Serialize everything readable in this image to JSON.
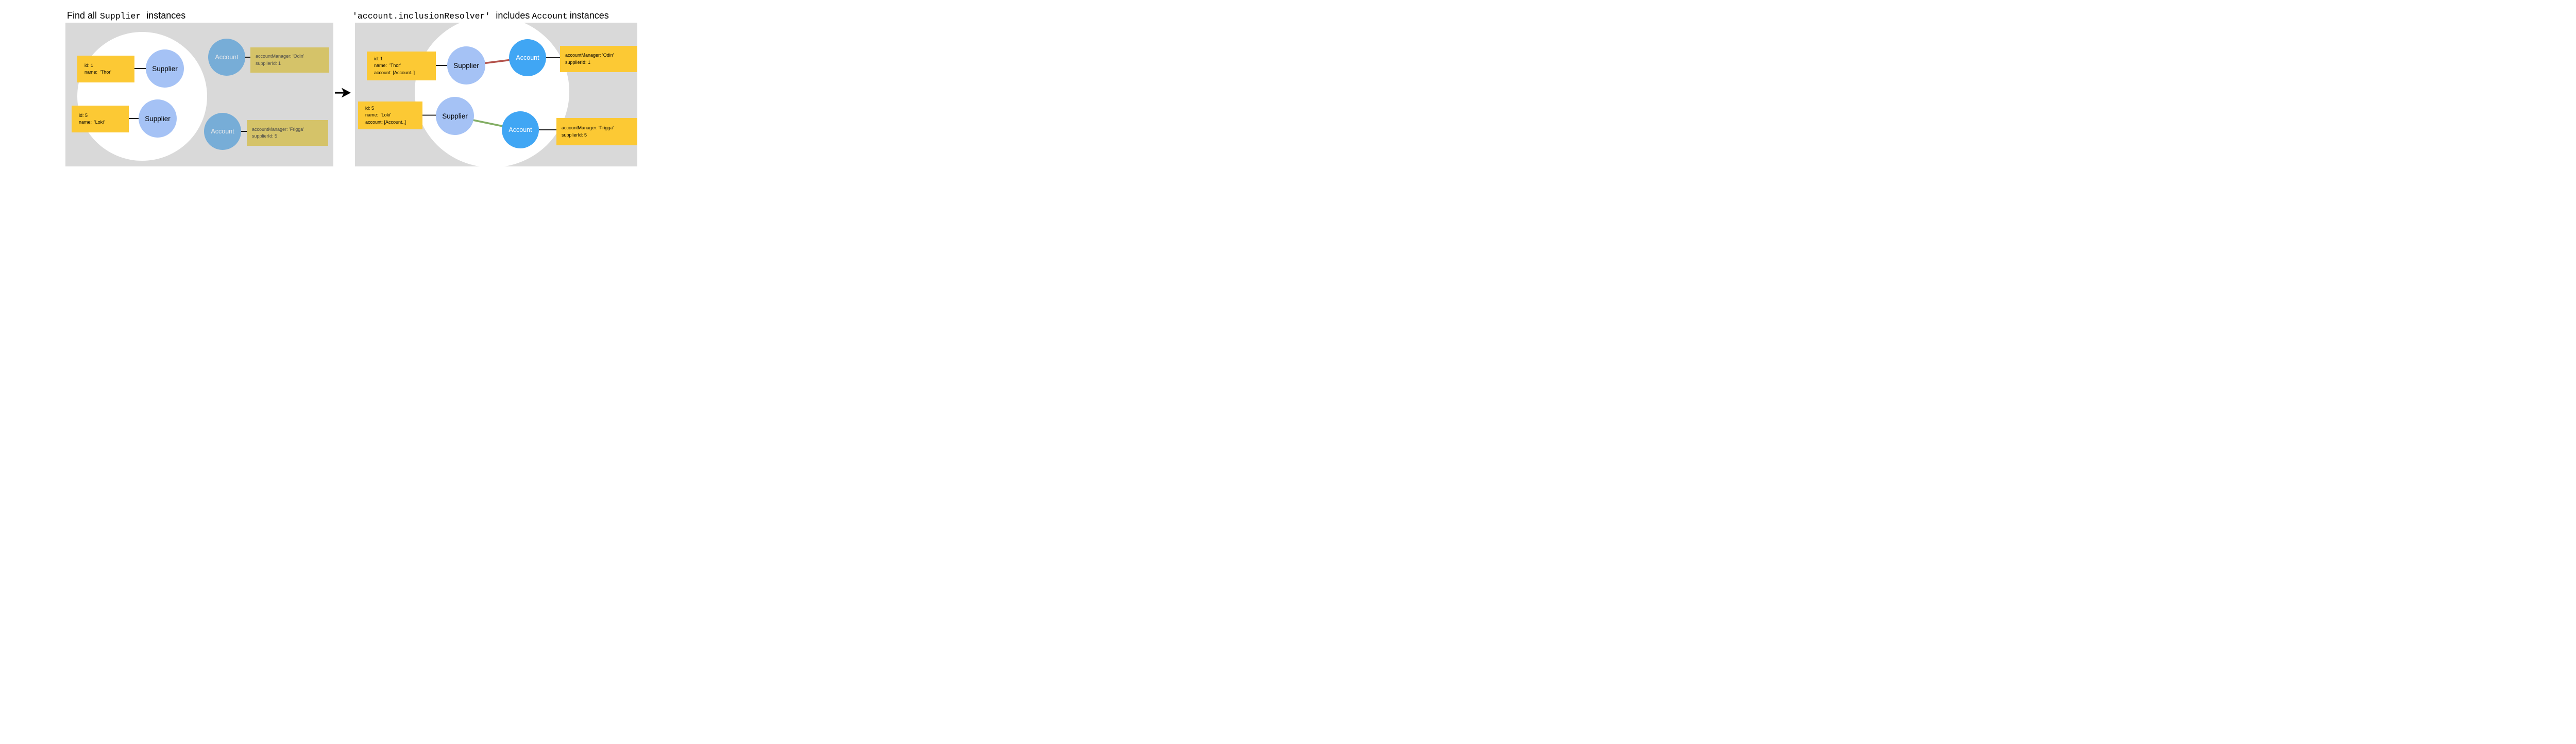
{
  "colors": {
    "panel-bg": "#d9d9d9",
    "supplier-fill": "#a5c2f5",
    "account-muted-fill": "#77add7",
    "account-muted-text": "#e5e8ec",
    "account-vivid-fill": "#40a6f4",
    "account-vivid-text": "#ffffff",
    "label-yellow": "#fcc934",
    "label-tan": "#d5c369",
    "tan-text": "#4c4c4a",
    "relation-red": "#b3524b",
    "relation-green": "#83ae64",
    "ink": "#000000"
  },
  "icons": {
    "between_panels": "right-arrow-icon"
  },
  "left": {
    "title": [
      {
        "text": "Find all"
      },
      {
        "text": "Supplier"
      },
      {
        "text": "instances"
      }
    ],
    "nodes": {
      "supplier_top": {
        "label": "Supplier",
        "box": "id: 1\nname:  'Thor'"
      },
      "supplier_bottom": {
        "label": "Supplier",
        "box": "id: 5\nname:  'Loki'"
      },
      "account_top": {
        "label": "Account",
        "box": "accountManager: 'Odin'\nsupplierId: 1"
      },
      "account_bottom": {
        "label": "Account",
        "box": "accountManager: 'Frigga'\nsupplierId: 5"
      }
    }
  },
  "right": {
    "title": [
      {
        "text": "'account.inclusionResolver'"
      },
      {
        "text": "includes"
      },
      {
        "text": "Account"
      },
      {
        "text": "instances"
      }
    ],
    "nodes": {
      "supplier_top": {
        "label": "Supplier",
        "box": "id: 1\nname:  'Thor'\naccount: [Account..]"
      },
      "supplier_bottom": {
        "label": "Supplier",
        "box": "id: 5\nname:  'Loki'\naccount: [Account..]"
      },
      "account_top": {
        "label": "Account",
        "box": "accountManager: 'Odin'\nsupplierId: 1"
      },
      "account_bottom": {
        "label": "Account",
        "box": "accountManager: 'Frigga'\nsupplierId: 5"
      }
    }
  }
}
